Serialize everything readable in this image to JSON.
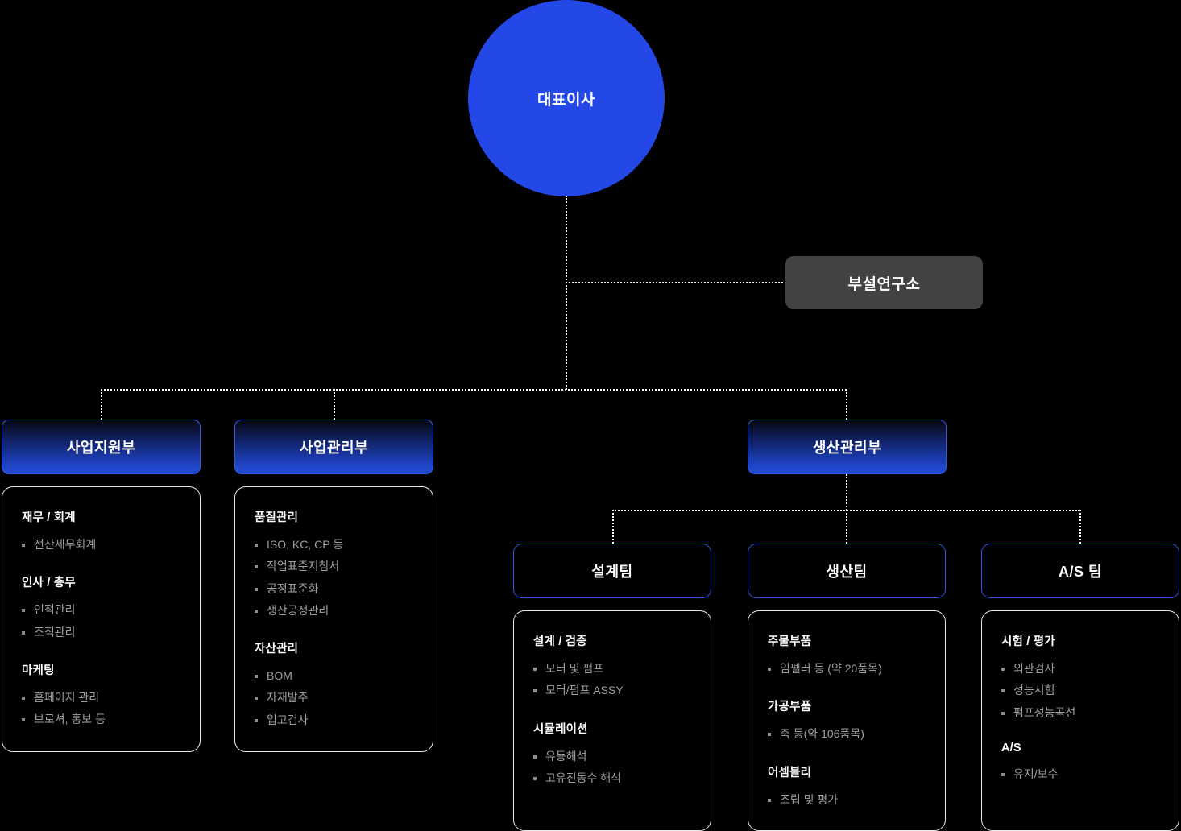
{
  "org_chart": {
    "type": "organization-chart",
    "root": {
      "label": "대표이사",
      "shape": "circle",
      "color": "#2448e8"
    },
    "staff_unit": {
      "label": "부설연구소",
      "shape": "rounded-rect",
      "color": "#424242"
    },
    "departments": [
      {
        "label": "사업지원부",
        "groups": [
          {
            "title": "재무 / 회계",
            "items": [
              "전산세무회계"
            ]
          },
          {
            "title": "인사 / 총무",
            "items": [
              "인적관리",
              "조직관리"
            ]
          },
          {
            "title": "마케팅",
            "items": [
              "홈페이지 관리",
              "브로셔, 홍보 등"
            ]
          }
        ]
      },
      {
        "label": "사업관리부",
        "groups": [
          {
            "title": "품질관리",
            "items": [
              "ISO, KC, CP 등",
              "작업표준지침서",
              "공정표준화",
              "생산공정관리"
            ]
          },
          {
            "title": "자산관리",
            "items": [
              "BOM",
              "자재발주",
              "입고검사"
            ]
          }
        ]
      },
      {
        "label": "생산관리부",
        "teams": [
          {
            "label": "설계팀",
            "groups": [
              {
                "title": "설계 / 검증",
                "items": [
                  "모터 및 펌프",
                  "모터/펌프 ASSY"
                ]
              },
              {
                "title": "시뮬레이션",
                "items": [
                  "유동해석",
                  "고유진동수 해석"
                ]
              }
            ]
          },
          {
            "label": "생산팀",
            "groups": [
              {
                "title": "주물부품",
                "items": [
                  "임펠러 등 (약 20품목)"
                ]
              },
              {
                "title": "가공부품",
                "items": [
                  "축 등(약 106품목)"
                ]
              },
              {
                "title": "어셈블리",
                "items": [
                  "조립 및 평가"
                ]
              }
            ]
          },
          {
            "label": "A/S 팀",
            "groups": [
              {
                "title": "시험 / 평가",
                "items": [
                  "외관검사",
                  "성능시험",
                  "펌프성능곡선"
                ]
              },
              {
                "title": "A/S",
                "items": [
                  "유지/보수"
                ]
              }
            ]
          }
        ]
      }
    ]
  }
}
